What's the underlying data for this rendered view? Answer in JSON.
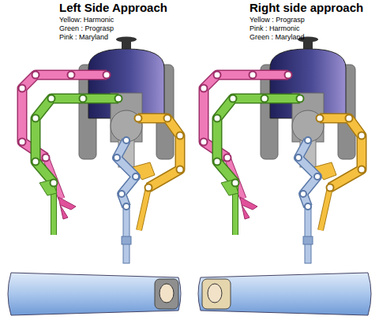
{
  "diagram": {
    "labels": [
      "Left Side Approach",
      "Yellow: Harmonic",
      "Green : Prograsp",
      "Pink : Maryland",
      "Right side approach",
      "Yellow : Prograsp",
      "Pink : Harmonic",
      "Green : Maryland"
    ]
  }
}
